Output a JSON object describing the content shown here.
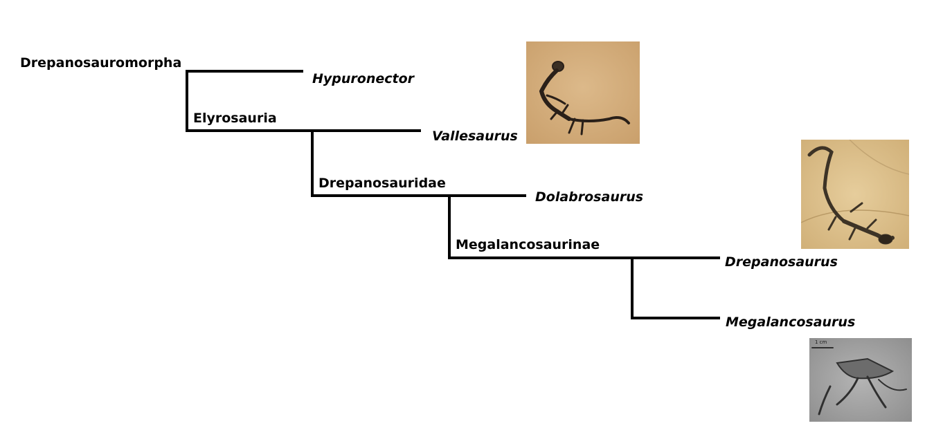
{
  "clades": {
    "drepanosauromorpha": "Drepanosauromorpha",
    "elyrosauria": "Elyrosauria",
    "drepanosauridae": "Drepanosauridae",
    "megalancosaurinae": "Megalancosaurinae"
  },
  "taxa": {
    "hypuronector": "Hypuronector",
    "vallesaurus": "Vallesaurus",
    "dolabrosaurus": "Dolabrosaurus",
    "drepanosaurus": "Drepanosaurus",
    "megalancosaurus": "Megalancosaurus"
  },
  "photos": {
    "scale_bar_label": "1 cm"
  },
  "colors": {
    "line": "#000000",
    "fossil_matrix_tan": "#d7b182",
    "fossil_matrix_light": "#e2c896",
    "fossil_matrix_gray": "#9a9a9a"
  }
}
